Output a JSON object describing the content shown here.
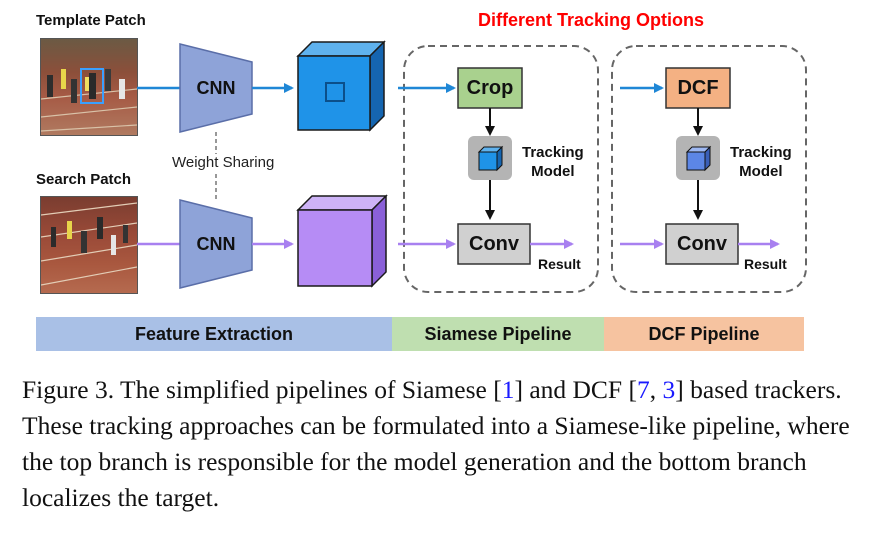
{
  "labels": {
    "template_patch": "Template Patch",
    "search_patch": "Search Patch",
    "cnn_top": "CNN",
    "cnn_bottom": "CNN",
    "weight_sharing": "Weight Sharing",
    "options_title": "Different Tracking Options",
    "crop": "Crop",
    "dcf": "DCF",
    "conv_siamese": "Conv",
    "conv_dcf": "Conv",
    "tracking_model_siamese": "Tracking\nModel",
    "tracking_model_dcf": "Tracking\nModel",
    "result_siamese": "Result",
    "result_dcf": "Result"
  },
  "bars": {
    "feature_extraction": "Feature Extraction",
    "siamese_pipeline": "Siamese Pipeline",
    "dcf_pipeline": "DCF Pipeline"
  },
  "caption": {
    "line1_a": "Figure 3. The simplified pipelines of Siamese [",
    "ref1": "1",
    "line1_b": "] and DCF [",
    "ref2": "7",
    "line1_c": ", ",
    "ref3": "3",
    "line1_d": "]",
    "rest": "based trackers. These tracking approaches can be formulated into a Siamese-like pipeline, where the top branch is responsible for the model generation and the bottom branch localizes the target."
  },
  "colors": {
    "template_blue": "#1f87d6",
    "search_purple": "#a880f0",
    "cnn_fill": "#8ea3d8",
    "crop_green": "#a9d18e",
    "dcf_orange": "#f4b183",
    "conv_grey": "#d0d0d0",
    "title_red": "#ff0000",
    "bar_blue": "#a9c0e6",
    "bar_green": "#bfdfb0",
    "bar_orange": "#f6c3a0"
  }
}
